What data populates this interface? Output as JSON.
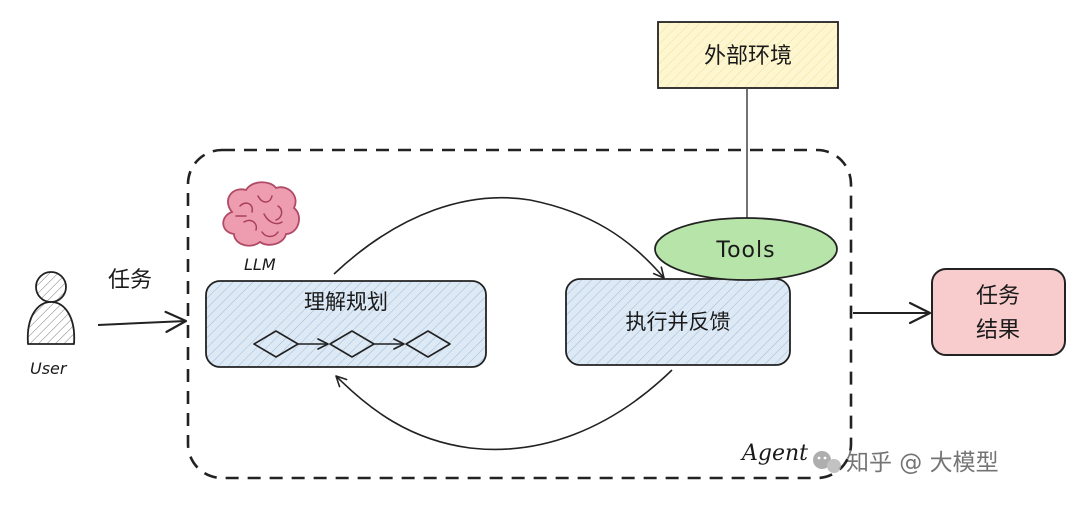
{
  "diagram": {
    "external_env": "外部环境",
    "tools": "Tools",
    "llm": "LLM",
    "user": "User",
    "task": "任务",
    "plan": "理解规划",
    "execute": "执行并反馈",
    "result_line1": "任务",
    "result_line2": "结果",
    "agent": "Agent",
    "watermark": "知乎 @ 大模型"
  },
  "colors": {
    "external_fill": "#fdf6cf",
    "tools_fill": "#b7e4a8",
    "box_fill": "#dde9f5",
    "result_fill": "#f8cccc",
    "brain": "#e58fa2",
    "stroke": "#222222"
  }
}
